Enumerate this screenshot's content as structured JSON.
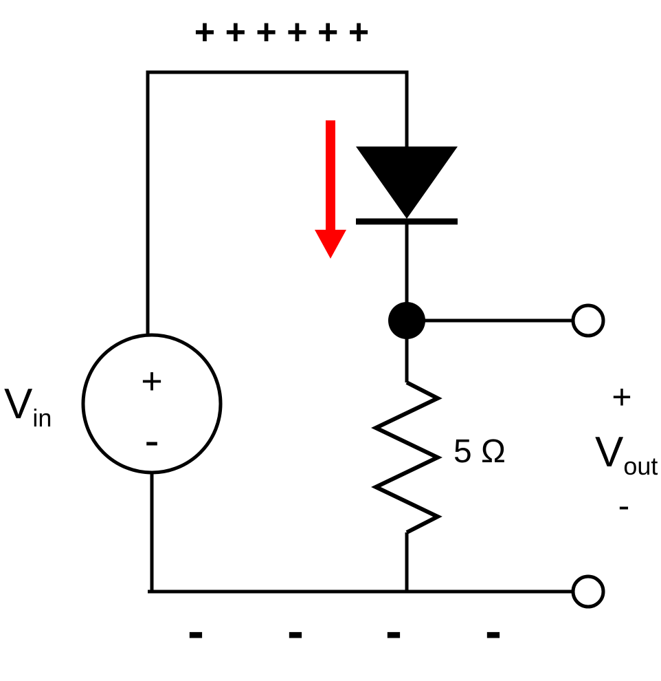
{
  "diagram": {
    "type": "circuit-schematic",
    "description": "Half-wave rectifier style circuit: input voltage source, diode, 5 ohm resistor, output terminals",
    "labels": {
      "top_charge_row": "+ + +  + + +",
      "vin_main": "V",
      "vin_sub": "in",
      "source_plus": "+",
      "source_minus": "-",
      "resistor_value": "5 Ω",
      "vout_plus": "+",
      "vout_main": "V",
      "vout_sub": "out",
      "vout_minus": "-",
      "bottom_charge": [
        "-",
        "-",
        "-",
        "-"
      ]
    },
    "colors": {
      "wire": "#000000",
      "component_fill": "#000000",
      "current_arrow": "#ff0000",
      "background": "#ffffff"
    }
  }
}
